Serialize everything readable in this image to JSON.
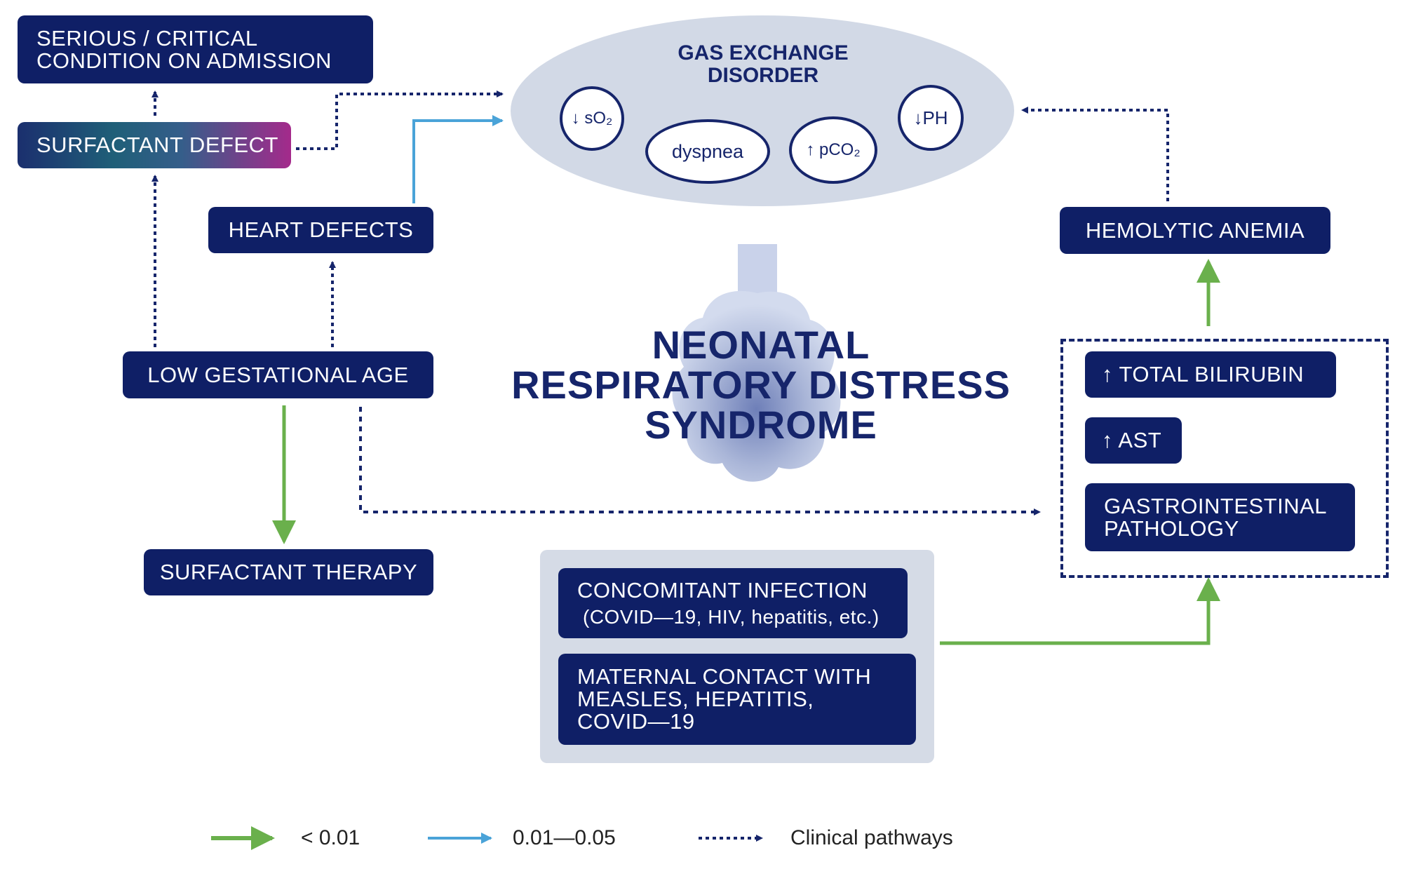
{
  "colors": {
    "navy": "#0f1f66",
    "significant_green": "#6ab04c",
    "moderate_blue": "#4aa3d8",
    "ellipse_fill": "#d2d9e6",
    "panel_fill": "#d5dbe6"
  },
  "nodes": {
    "serious_critical": [
      "SERIOUS / CRITICAL",
      "CONDITION ON ADMISSION"
    ],
    "surfactant_defect": "SURFACTANT DEFECT",
    "heart_defects": "HEART DEFECTS",
    "low_gestational_age": "LOW GESTATIONAL AGE",
    "surfactant_therapy": "SURFACTANT THERAPY",
    "hemolytic_anemia": "HEMOLYTIC ANEMIA",
    "total_bilirubin": "↑ TOTAL BILIRUBIN",
    "ast": "↑ AST",
    "gi_pathology": [
      "GASTROINTESTINAL",
      "PATHOLOGY"
    ],
    "concomitant_infection": [
      "CONCOMITANT INFECTION",
      "(COVID—19, HIV, hepatitis, etc.)"
    ],
    "maternal_contact": [
      "MATERNAL CONTACT WITH",
      "MEASLES, HEPATITIS,",
      "COVID—19"
    ]
  },
  "gas_exchange": {
    "title": [
      "GAS EXCHANGE",
      "DISORDER"
    ],
    "so2": "↓ sO₂",
    "dyspnea": "dyspnea",
    "pco2": "↑ pCO₂",
    "ph": "↓PH"
  },
  "center_title": [
    "NEONATAL",
    "RESPIRATORY DISTRESS",
    "SYNDROME"
  ],
  "legend": {
    "green": "< 0.01",
    "blue": "0.01—0.05",
    "dotted": "Clinical pathways"
  },
  "icons": {
    "center_graphic": "lungs-icon"
  }
}
